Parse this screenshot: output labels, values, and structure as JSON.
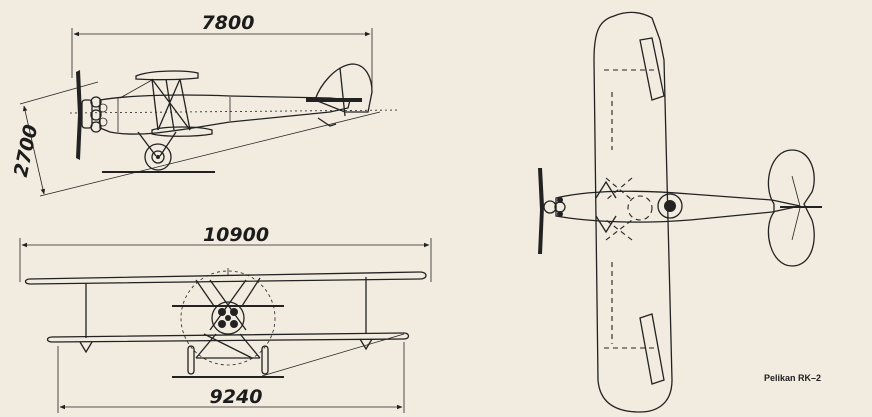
{
  "dimensions": {
    "length": "7800",
    "height": "2700",
    "span_upper": "10900",
    "span_lower": "9240"
  },
  "caption": "Pelikan RK–2"
}
